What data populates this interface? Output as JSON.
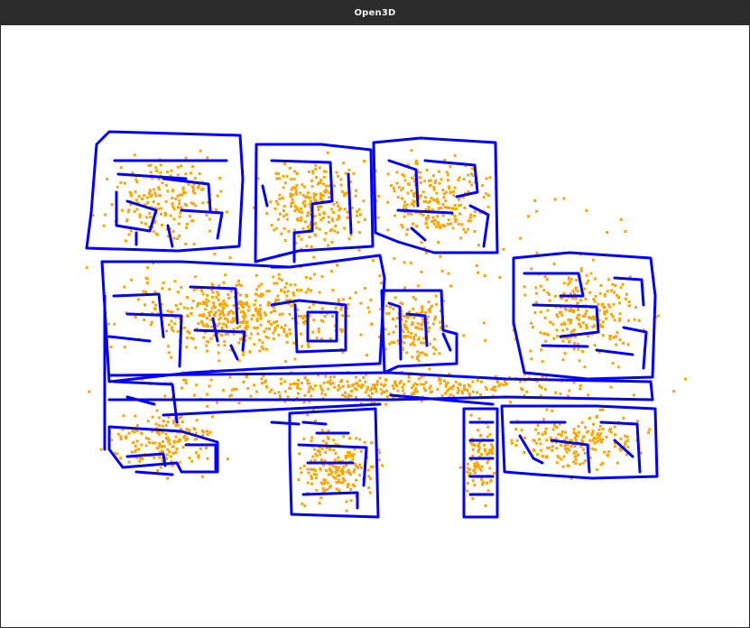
{
  "window": {
    "title": "Open3D"
  },
  "viewer": {
    "background_color": "#ffffff",
    "point_color": "#ffa500",
    "line_color": "#0000ff",
    "layers": [
      {
        "name": "point-cloud",
        "kind": "points",
        "color": "#ffa500"
      },
      {
        "name": "room-boundary-linesets",
        "kind": "lines",
        "color": "#0000ff"
      }
    ]
  }
}
